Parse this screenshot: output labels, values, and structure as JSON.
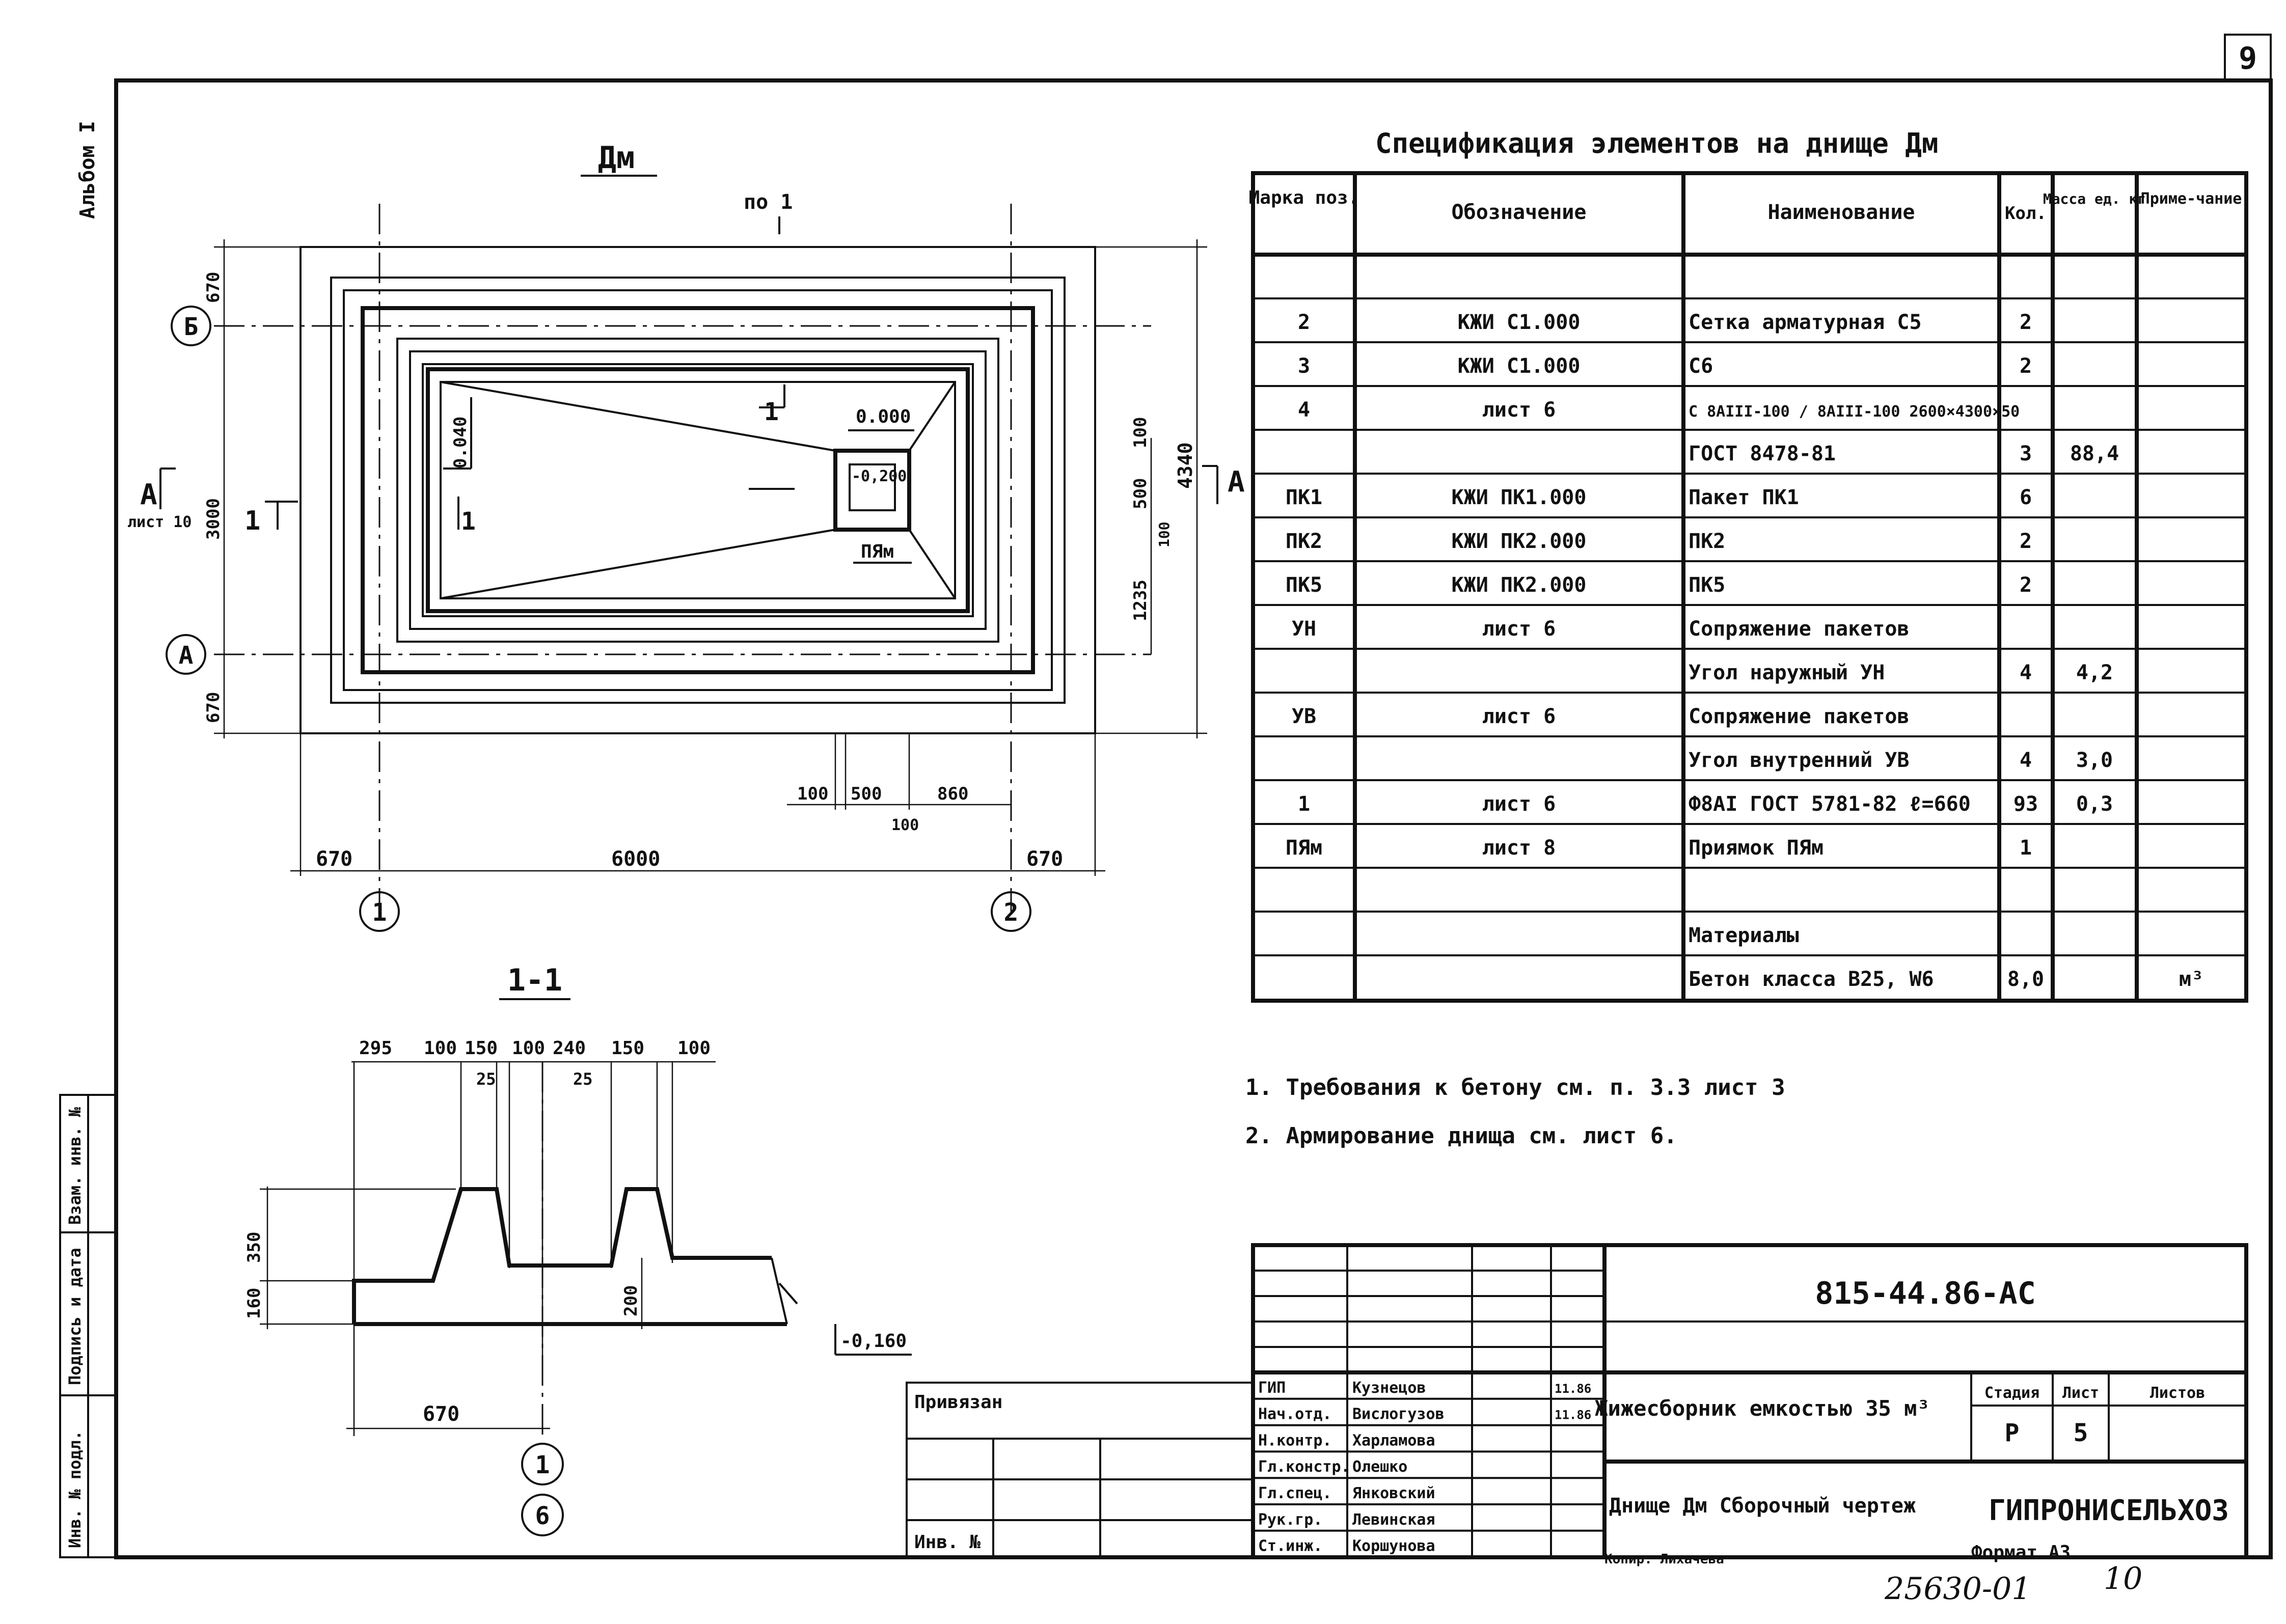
{
  "page_number": "9",
  "album_label": "Альбом I",
  "plan": {
    "title": "Дм",
    "section_ref": "по 1",
    "section_ref_sub": "1",
    "axis_b": "Б",
    "axis_a": "А",
    "axis_1": "1",
    "axis_2": "2",
    "section_a_left": "А",
    "section_a_left_sheet": "лист 10",
    "section_a_right": "А",
    "section_1_left": "1",
    "section_1_mid": "1",
    "section_1_inner": "1",
    "slope_label": "0.040",
    "mark_0000": "0.000",
    "mark_m0200": "-0,200",
    "pit_label": "ПЯм",
    "dim_top_left": "670",
    "dim_mid_left": "3000",
    "dim_bot_left": "670",
    "dim_r_100_top": "100",
    "dim_r_500": "500",
    "dim_r_100_bot": "100",
    "dim_r_1235": "1235",
    "dim_r_4340": "4340",
    "dim_b_100": "100",
    "dim_b_500": "500",
    "dim_b_860": "860",
    "dim_b_100_2": "100",
    "dim_b_670_left": "670",
    "dim_b_6000": "6000",
    "dim_b_670_right": "670"
  },
  "section": {
    "title": "1-1",
    "dims_top": [
      "295",
      "100",
      "150",
      "100",
      "240",
      "150",
      "100"
    ],
    "dim_25_a": "25",
    "dim_25_b": "25",
    "dim_350": "350",
    "dim_160": "160",
    "dim_200": "200",
    "mark_m0160": "-0,160",
    "dim_670": "670",
    "axis_1": "1",
    "axis_6": "6"
  },
  "spec": {
    "title": "Спецификация элементов на днище Дм",
    "headers": [
      "Марка поз.",
      "Обозначение",
      "Наименование",
      "Кол.",
      "Масса ед. кг",
      "Приме-чание"
    ],
    "rows": [
      [
        "",
        "",
        "",
        "",
        "",
        ""
      ],
      [
        "2",
        "КЖИ С1.000",
        "Сетка арматурная С5",
        "2",
        "",
        ""
      ],
      [
        "3",
        "КЖИ С1.000",
        "С6",
        "2",
        "",
        ""
      ],
      [
        "4",
        "лист 6",
        "С 8АIII-100 / 8АIII-100 2600×4300×50",
        "",
        "",
        ""
      ],
      [
        "",
        "",
        "ГОСТ 8478-81",
        "3",
        "88,4",
        ""
      ],
      [
        "ПК1",
        "КЖИ ПК1.000",
        "Пакет ПК1",
        "6",
        "",
        ""
      ],
      [
        "ПК2",
        "КЖИ ПК2.000",
        "ПК2",
        "2",
        "",
        ""
      ],
      [
        "ПК5",
        "КЖИ ПК2.000",
        "ПК5",
        "2",
        "",
        ""
      ],
      [
        "УН",
        "лист 6",
        "Сопряжение пакетов",
        "",
        "",
        ""
      ],
      [
        "",
        "",
        "Угол наружный УН",
        "4",
        "4,2",
        ""
      ],
      [
        "УВ",
        "лист 6",
        "Сопряжение пакетов",
        "",
        "",
        ""
      ],
      [
        "",
        "",
        "Угол внутренний УВ",
        "4",
        "3,0",
        ""
      ],
      [
        "1",
        "лист 6",
        "Ф8АI ГОСТ 5781-82 ℓ=660",
        "93",
        "0,3",
        ""
      ],
      [
        "ПЯм",
        "лист 8",
        "Приямок ПЯм",
        "1",
        "",
        ""
      ],
      [
        "",
        "",
        "",
        "",
        "",
        ""
      ],
      [
        "",
        "",
        "Материалы",
        "",
        "",
        ""
      ],
      [
        "",
        "",
        "Бетон класса В25, W6",
        "8,0",
        "",
        "м³"
      ]
    ]
  },
  "notes": [
    "1. Требования к бетону см. п. 3.3 лист 3",
    "2. Армирование днища см. лист 6."
  ],
  "stamp": {
    "code": "815-44.86-АС",
    "project": "Жижесборник емкостью 35 м³",
    "drawing": "Днище Дм Сборочный чертеж",
    "stage_h": "Стадия",
    "sheet_h": "Лист",
    "sheets_h": "Листов",
    "stage": "Р",
    "sheet": "5",
    "org": "ГИПРОНИСЕЛЬХОЗ",
    "privyazan": "Привязан",
    "inv": "Инв. №",
    "format": "Формат А3",
    "kopir": "Копир. Лихачева",
    "archive": "25630-01",
    "archive_page": "10",
    "roles": [
      {
        "role": "ГИП",
        "name": "Кузнецов",
        "date": "11.86"
      },
      {
        "role": "Нач.отд.",
        "name": "Вислогузов",
        "date": "11.86"
      },
      {
        "role": "Н.контр.",
        "name": "Харламова",
        "date": ""
      },
      {
        "role": "Гл.констр.",
        "name": "Олешко",
        "date": ""
      },
      {
        "role": "Гл.спец.",
        "name": "Янковский",
        "date": ""
      },
      {
        "role": "Рук.гр.",
        "name": "Левинская",
        "date": ""
      },
      {
        "role": "Ст.инж.",
        "name": "Коршунова",
        "date": ""
      }
    ]
  },
  "left_strip": {
    "l1": "Инв. № подл.",
    "l2": "Подпись и дата",
    "l3": "Взам. инв. №"
  }
}
